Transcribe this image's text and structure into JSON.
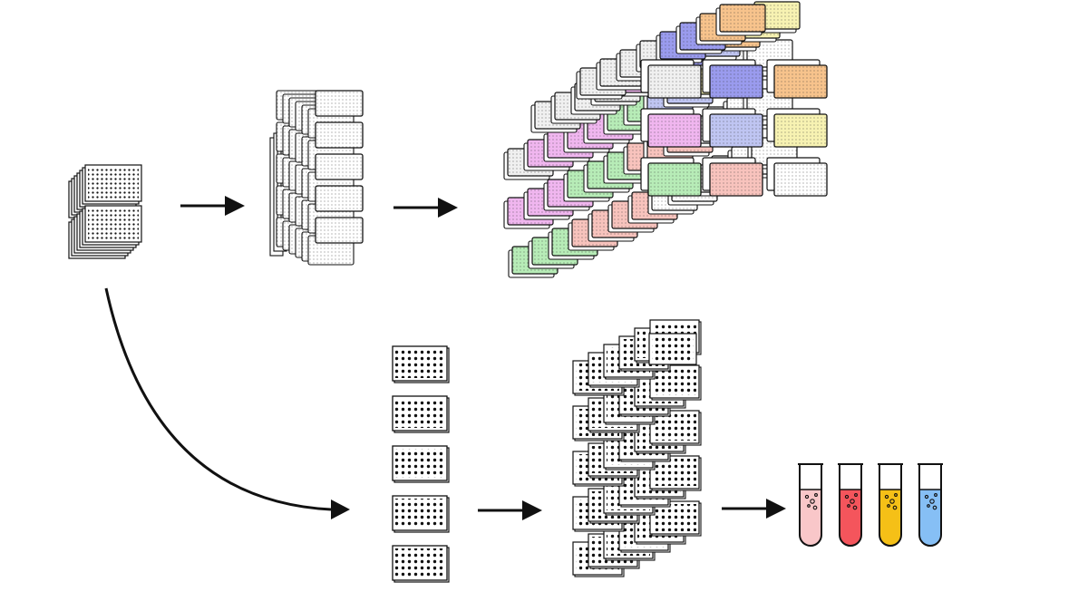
{
  "diagram": {
    "stages": [
      {
        "id": "source-plate-stack",
        "kind": "plate-stack"
      },
      {
        "id": "deep-well-rack",
        "kind": "tube-rack"
      },
      {
        "id": "colored-block-array",
        "kind": "block-array"
      },
      {
        "id": "plate-column",
        "kind": "plates",
        "count": 5
      },
      {
        "id": "plate-stacks",
        "kind": "plate-stacks"
      },
      {
        "id": "test-tubes",
        "kind": "tubes",
        "count": 4
      }
    ],
    "connections": [
      {
        "from": "source-plate-stack",
        "to": "deep-well-rack",
        "style": "straight-arrow"
      },
      {
        "from": "deep-well-rack",
        "to": "colored-block-array",
        "style": "straight-arrow"
      },
      {
        "from": "source-plate-stack",
        "to": "plate-column",
        "style": "curved-arrow"
      },
      {
        "from": "plate-column",
        "to": "plate-stacks",
        "style": "straight-arrow"
      },
      {
        "from": "plate-stacks",
        "to": "test-tubes",
        "style": "straight-arrow"
      }
    ],
    "block_colors": [
      "#f0f0f0",
      "#f0b6ef",
      "#b7ecb7",
      "#f8c3bd",
      "#9a9bee",
      "#bfc5f2",
      "#f7c38c",
      "#f7f2b2",
      "#ffffff"
    ],
    "tube_colors": [
      "#f9c7c9",
      "#f4555c",
      "#f5c017",
      "#86bff5"
    ]
  }
}
